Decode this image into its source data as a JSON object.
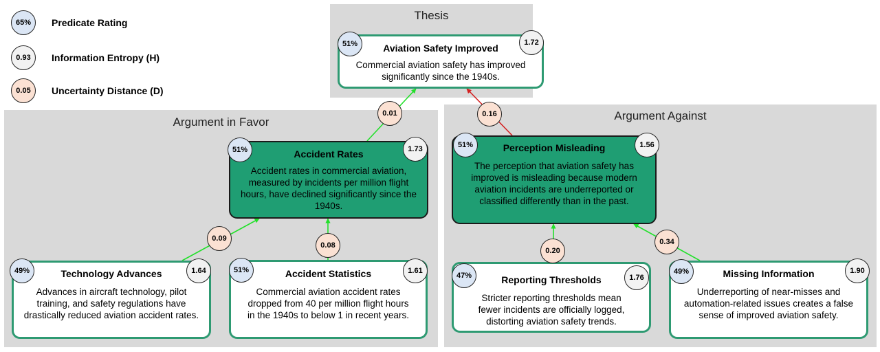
{
  "legend": [
    {
      "sample": "65%",
      "label": "Predicate Rating"
    },
    {
      "sample": "0.93",
      "label": "Information Entropy (H)"
    },
    {
      "sample": "0.05",
      "label": "Uncertainty Distance (D)"
    }
  ],
  "panels": {
    "thesis": "Thesis",
    "favor": "Argument in Favor",
    "against": "Argument Against"
  },
  "nodes": {
    "thesis": {
      "title": "Aviation Safety Improved",
      "body": "Commercial aviation safety has improved significantly since the 1940s.",
      "rating": "51%",
      "entropy": "1.72"
    },
    "accident_rates": {
      "title": "Accident Rates",
      "body": "Accident rates in commercial aviation, measured by incidents per million flight hours, have declined significantly since the 1940s.",
      "rating": "51%",
      "entropy": "1.73"
    },
    "perception": {
      "title": "Perception Misleading",
      "body": "The perception that aviation safety has improved is misleading because modern aviation incidents are underreported or classified differently than in the past.",
      "rating": "51%",
      "entropy": "1.56"
    },
    "technology": {
      "title": "Technology Advances",
      "body": "Advances in aircraft technology, pilot training, and safety regulations have drastically reduced aviation accident rates.",
      "rating": "49%",
      "entropy": "1.64"
    },
    "statistics": {
      "title": "Accident Statistics",
      "body": "Commercial aviation accident rates dropped from 40 per million flight hours in the 1940s to below 1 in recent years.",
      "rating": "51%",
      "entropy": "1.61"
    },
    "reporting": {
      "title": "Reporting Thresholds",
      "body": "Stricter reporting thresholds mean fewer incidents are officially logged, distorting aviation safety trends.",
      "rating": "47%",
      "entropy": "1.76"
    },
    "missing": {
      "title": "Missing Information",
      "body": "Underreporting of near-misses and automation-related issues creates a false sense of improved aviation safety.",
      "rating": "49%",
      "entropy": "1.90"
    }
  },
  "edges": {
    "rates_to_thesis": "0.01",
    "perception_to_thesis": "0.16",
    "technology_to_rates": "0.09",
    "statistics_to_rates": "0.08",
    "reporting_to_perception": "0.20",
    "missing_to_perception": "0.34"
  },
  "colors": {
    "support_edge": "#22e02a",
    "attack_edge": "#d42020",
    "node_fill": "#1f9e73",
    "node_border": "#2e9a72"
  }
}
